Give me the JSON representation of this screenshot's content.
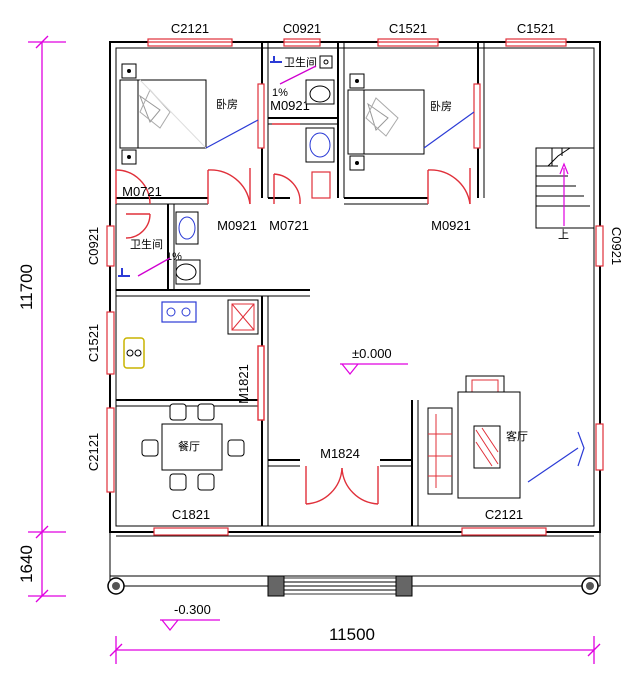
{
  "plan": {
    "windows": {
      "c2121_top": "C2121",
      "c0921_top": "C0921",
      "c1521_top_a": "C1521",
      "c1521_top_b": "C1521",
      "c0921_left": "C0921",
      "c1521_left": "C1521",
      "c2121_left": "C2121",
      "c1821_bottom": "C1821",
      "c2121_bottom": "C2121",
      "c0921_right": "C0921"
    },
    "doors": {
      "m0721_a": "M0721",
      "m0921_a": "M0921",
      "m0721_b": "M0721",
      "m0921_b": "M0921",
      "m0921_bath": "M0921",
      "m1821": "M1821",
      "m1824": "M1824"
    },
    "rooms": {
      "bedroom_1": "卧房",
      "bedroom_2": "卧房",
      "bathroom_1": "卫生间",
      "bathroom_2": "卫生间",
      "dining": "餐厅",
      "living": "客厅",
      "stairs": "上"
    },
    "slopes": {
      "bath_1": "1%",
      "bath_2": "1%"
    },
    "levels": {
      "floor": "±0.000",
      "outside": "-0.300"
    },
    "dimensions": {
      "total_width": "11500",
      "main_depth": "11700",
      "porch_depth": "1640"
    }
  }
}
